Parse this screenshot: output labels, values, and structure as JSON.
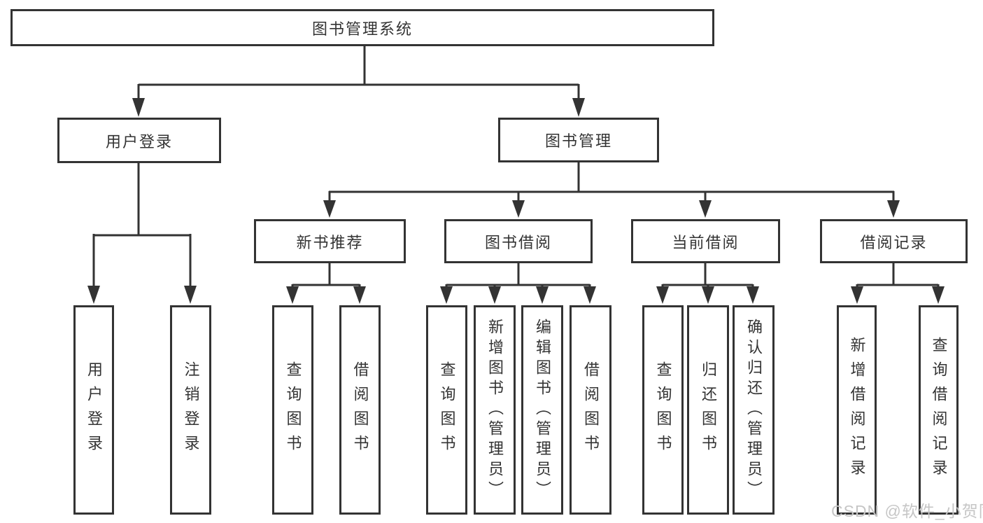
{
  "diagram": {
    "root": {
      "label": "图书管理系统"
    },
    "level1": [
      {
        "label": "用户登录"
      },
      {
        "label": "图书管理"
      }
    ],
    "level2": [
      {
        "label": "新书推荐"
      },
      {
        "label": "图书借阅"
      },
      {
        "label": "当前借阅"
      },
      {
        "label": "借阅记录"
      }
    ],
    "leaves": [
      {
        "label": "用户登录"
      },
      {
        "label": "注销登录"
      },
      {
        "label": "查询图书"
      },
      {
        "label": "借阅图书"
      },
      {
        "label": "查询图书"
      },
      {
        "label": "新增图书（管理员）"
      },
      {
        "label": "编辑图书（管理员）"
      },
      {
        "label": "借阅图书"
      },
      {
        "label": "查询图书"
      },
      {
        "label": "归还图书"
      },
      {
        "label": "确认归还（管理员）"
      },
      {
        "label": "新增借阅记录"
      },
      {
        "label": "查询借阅记录"
      }
    ]
  },
  "watermark": {
    "text": "CSDN @软件_小贺同学"
  },
  "colors": {
    "line": "#333333",
    "text": "#333333",
    "watermark_text": "#c6c6c6",
    "background": "#ffffff"
  }
}
